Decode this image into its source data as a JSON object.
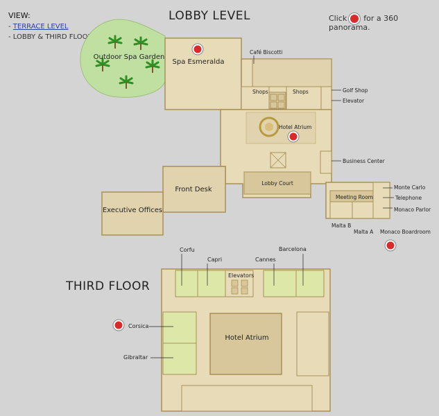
{
  "view": {
    "title": "VIEW:",
    "links": [
      {
        "prefix": "- ",
        "label": "TERRACE LEVEL",
        "is_link": true
      },
      {
        "prefix": "- ",
        "label": "LOBBY & THIRD FLOOR",
        "is_link": false
      }
    ]
  },
  "hint": {
    "before": "Click",
    "after": "for a 360 panorama."
  },
  "floors": {
    "lobby_title": "LOBBY LEVEL",
    "third_title": "THIRD FLOOR"
  },
  "lobby_labels": {
    "outdoor_spa_garden": "Outdoor Spa Garden",
    "spa_esmeralda": "Spa Esmeralda",
    "cafe_biscotti": "Café Biscotti",
    "shops_1": "Shops",
    "shops_2": "Shops",
    "golf_shop": "Golf Shop",
    "elevator": "Elevator",
    "hotel_atrium": "Hotel Atrium",
    "business_center": "Business Center",
    "lobby_court": "Lobby Court",
    "front_desk": "Front Desk",
    "executive_offices": "Executive Offices",
    "meeting_rooms": "Meeting Rooms",
    "monte_carlo": "Monte Carlo",
    "telephone": "Telephone",
    "monaco_parlor": "Monaco Parlor",
    "malta_b": "Malta  B",
    "malta_a": "Malta  A",
    "monaco_boardroom": "Monaco Boardroom"
  },
  "third_labels": {
    "corfu": "Corfu",
    "capri": "Capri",
    "elevators": "Elevators",
    "cannes": "Cannes",
    "barcelona": "Barcelona",
    "corsica": "Corsica",
    "gibraltar": "Gibraltar",
    "hotel_atrium": "Hotel Atrium"
  },
  "colors": {
    "background": "#d4d4d4",
    "garden": "#bfe0a0",
    "room": "#e8dcb8",
    "room_dark": "#d7c79a",
    "wall": "#a89058",
    "highlight": "#dde8a8",
    "pin": "#d92b2b"
  },
  "panorama_pins": [
    "spa-esmeralda",
    "hotel-atrium",
    "monaco-boardroom",
    "corsica"
  ]
}
